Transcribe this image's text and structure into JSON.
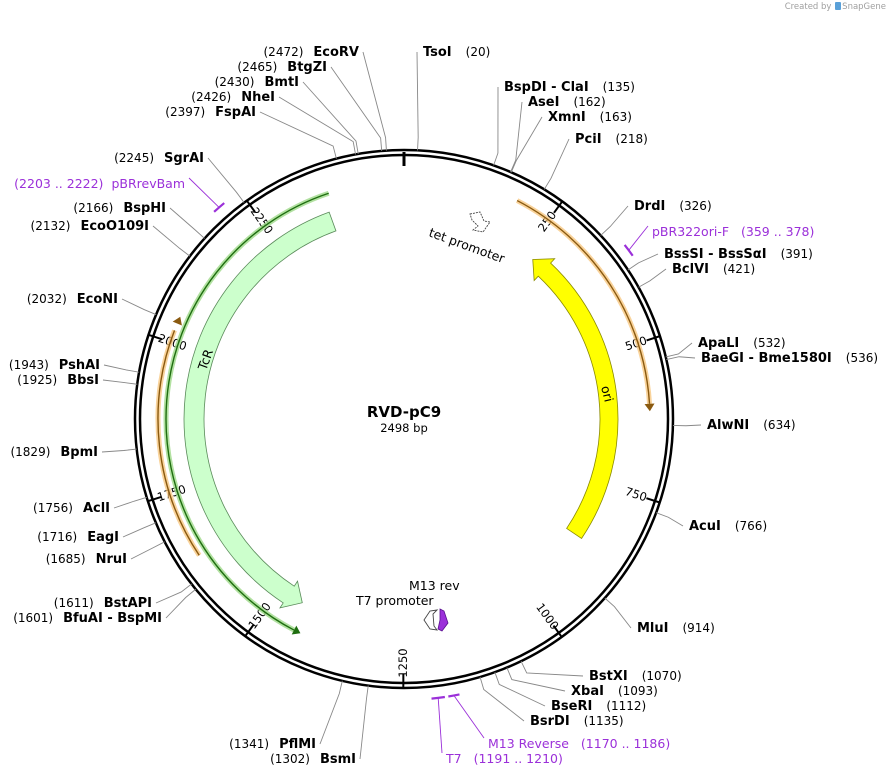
{
  "credit": {
    "prefix": "Created by",
    "brand": "SnapGene"
  },
  "plasmid": {
    "name": "RVD-pC9",
    "size_label": "2498 bp",
    "length": 2498
  },
  "ticks": [
    {
      "pos": 250,
      "label": "250"
    },
    {
      "pos": 500,
      "label": "500"
    },
    {
      "pos": 750,
      "label": "750"
    },
    {
      "pos": 1000,
      "label": "1000"
    },
    {
      "pos": 1250,
      "label": "1250"
    },
    {
      "pos": 1500,
      "label": "1500"
    },
    {
      "pos": 1750,
      "label": "1750"
    },
    {
      "pos": 2000,
      "label": "2000"
    },
    {
      "pos": 2250,
      "label": "2250"
    }
  ],
  "enzymes": [
    {
      "name": "TsoI",
      "pos_label": "(20)",
      "site": 20,
      "side": "right"
    },
    {
      "name": "BspDI",
      "name2": "ClaI",
      "pos_label": "(135)",
      "site": 135,
      "side": "right"
    },
    {
      "name": "AseI",
      "pos_label": "(162)",
      "site": 162,
      "side": "right"
    },
    {
      "name": "XmnI",
      "pos_label": "(163)",
      "site": 163,
      "side": "right"
    },
    {
      "name": "PciI",
      "pos_label": "(218)",
      "site": 218,
      "side": "right"
    },
    {
      "name": "DrdI",
      "pos_label": "(326)",
      "site": 326,
      "side": "right"
    },
    {
      "name": "BssSI",
      "name2": "BssSαI",
      "pos_label": "(391)",
      "site": 391,
      "side": "right"
    },
    {
      "name": "BclVI",
      "pos_label": "(421)",
      "site": 421,
      "side": "right"
    },
    {
      "name": "ApaLI",
      "pos_label": "(532)",
      "site": 532,
      "side": "right"
    },
    {
      "name": "BaeGI",
      "name2": "Bme1580I",
      "pos_label": "(536)",
      "site": 536,
      "side": "right"
    },
    {
      "name": "AlwNI",
      "pos_label": "(634)",
      "site": 634,
      "side": "right"
    },
    {
      "name": "AcuI",
      "pos_label": "(766)",
      "site": 766,
      "side": "right"
    },
    {
      "name": "MluI",
      "pos_label": "(914)",
      "site": 914,
      "side": "right"
    },
    {
      "name": "BstXI",
      "pos_label": "(1070)",
      "site": 1070,
      "side": "right"
    },
    {
      "name": "XbaI",
      "pos_label": "(1093)",
      "site": 1093,
      "side": "right"
    },
    {
      "name": "BseRI",
      "pos_label": "(1112)",
      "site": 1112,
      "side": "right"
    },
    {
      "name": "BsrDI",
      "pos_label": "(1135)",
      "site": 1135,
      "side": "right"
    },
    {
      "name": "PflMI",
      "pos_label": "(1341)",
      "site": 1341,
      "side": "left"
    },
    {
      "name": "BsmI",
      "pos_label": "(1302)",
      "site": 1302,
      "side": "left"
    },
    {
      "name": "BstAPI",
      "pos_label": "(1611)",
      "site": 1611,
      "side": "left"
    },
    {
      "name": "BfuAI",
      "name2": "BspMI",
      "pos_label": "(1601)",
      "site": 1601,
      "side": "left"
    },
    {
      "name": "NruI",
      "pos_label": "(1685)",
      "site": 1685,
      "side": "left"
    },
    {
      "name": "EagI",
      "pos_label": "(1716)",
      "site": 1716,
      "side": "left"
    },
    {
      "name": "AclI",
      "pos_label": "(1756)",
      "site": 1756,
      "side": "left"
    },
    {
      "name": "BpmI",
      "pos_label": "(1829)",
      "site": 1829,
      "side": "left"
    },
    {
      "name": "BbsI",
      "pos_label": "(1925)",
      "site": 1925,
      "side": "left"
    },
    {
      "name": "PshAI",
      "pos_label": "(1943)",
      "site": 1943,
      "side": "left"
    },
    {
      "name": "EcoNI",
      "pos_label": "(2032)",
      "site": 2032,
      "side": "left"
    },
    {
      "name": "EcoO109I",
      "pos_label": "(2132)",
      "site": 2132,
      "side": "left"
    },
    {
      "name": "BspHI",
      "pos_label": "(2166)",
      "site": 2166,
      "side": "left"
    },
    {
      "name": "SgrAI",
      "pos_label": "(2245)",
      "site": 2245,
      "side": "left"
    },
    {
      "name": "FspAI",
      "pos_label": "(2397)",
      "site": 2397,
      "side": "left"
    },
    {
      "name": "NheI",
      "pos_label": "(2426)",
      "site": 2426,
      "side": "left"
    },
    {
      "name": "BmtI",
      "pos_label": "(2430)",
      "site": 2430,
      "side": "left"
    },
    {
      "name": "BtgZI",
      "pos_label": "(2465)",
      "site": 2465,
      "side": "left"
    },
    {
      "name": "EcoRV",
      "pos_label": "(2472)",
      "site": 2472,
      "side": "left"
    }
  ],
  "primers": [
    {
      "name": "pBR322ori-F",
      "range_label": "(359 .. 378)",
      "start": 359,
      "end": 378,
      "side": "right"
    },
    {
      "name": "M13 Reverse",
      "range_label": "(1170 .. 1186)",
      "start": 1170,
      "end": 1186,
      "side": "right"
    },
    {
      "name": "T7",
      "range_label": "(1191 .. 1210)",
      "start": 1191,
      "end": 1210,
      "side": "right"
    },
    {
      "name": "pBRrevBam",
      "range_label": "(2203 .. 2222)",
      "start": 2203,
      "end": 2222,
      "side": "left"
    }
  ],
  "features": [
    {
      "name": "ori",
      "type": "rep_origin",
      "color": "#ffff00"
    },
    {
      "name": "TcR",
      "type": "cds",
      "color": "#ccffcc"
    },
    {
      "name": "tet promoter",
      "type": "promoter",
      "color": "#ffffff"
    },
    {
      "name": "T7 promoter",
      "type": "promoter",
      "color": "#ffffff"
    },
    {
      "name": "M13 rev",
      "type": "primer_bind",
      "color": "#9b30d9"
    }
  ],
  "colors": {
    "backbone": "#000000",
    "orf_orange": "#f0a030",
    "orf_green": "#2c9a14",
    "primer_purple": "#9b30d9"
  }
}
